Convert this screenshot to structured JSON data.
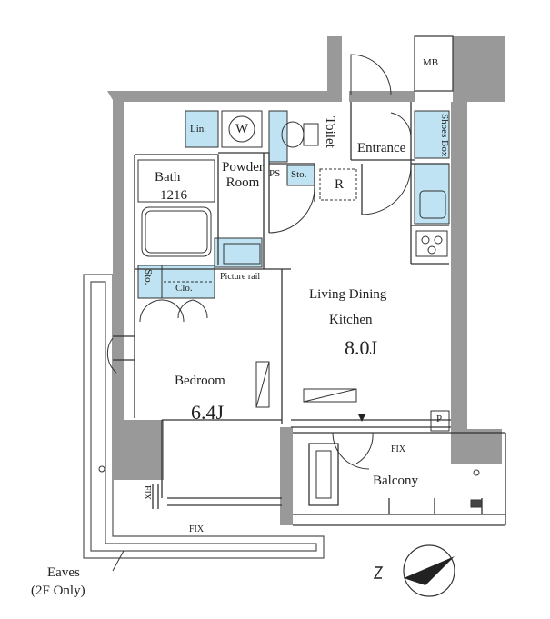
{
  "labels": {
    "mb": "MB",
    "lin": "Lin.",
    "w": "W",
    "toilet": "Toilet",
    "shoes_box": "Shoes Box",
    "entrance": "Entrance",
    "bath": "Bath",
    "bath_size": "1216",
    "powder_room": "Powder Room",
    "ps": "PS",
    "sto": "Sto.",
    "r": "R",
    "picture_rail": "Picture rail",
    "clo": "Clo.",
    "ldk_line1": "Living Dining",
    "ldk_line2": "Kitchen",
    "ldk_size": "8.0J",
    "bedroom": "Bedroom",
    "bedroom_size": "6.4J",
    "p": "P",
    "fix": "FIX",
    "balcony": "Balcony",
    "eaves": "Eaves",
    "eaves_note": "(2F Only)"
  },
  "colors": {
    "wall": "#999999",
    "line": "#333333",
    "storage": "#bfe3f2",
    "compass": "#222222"
  }
}
